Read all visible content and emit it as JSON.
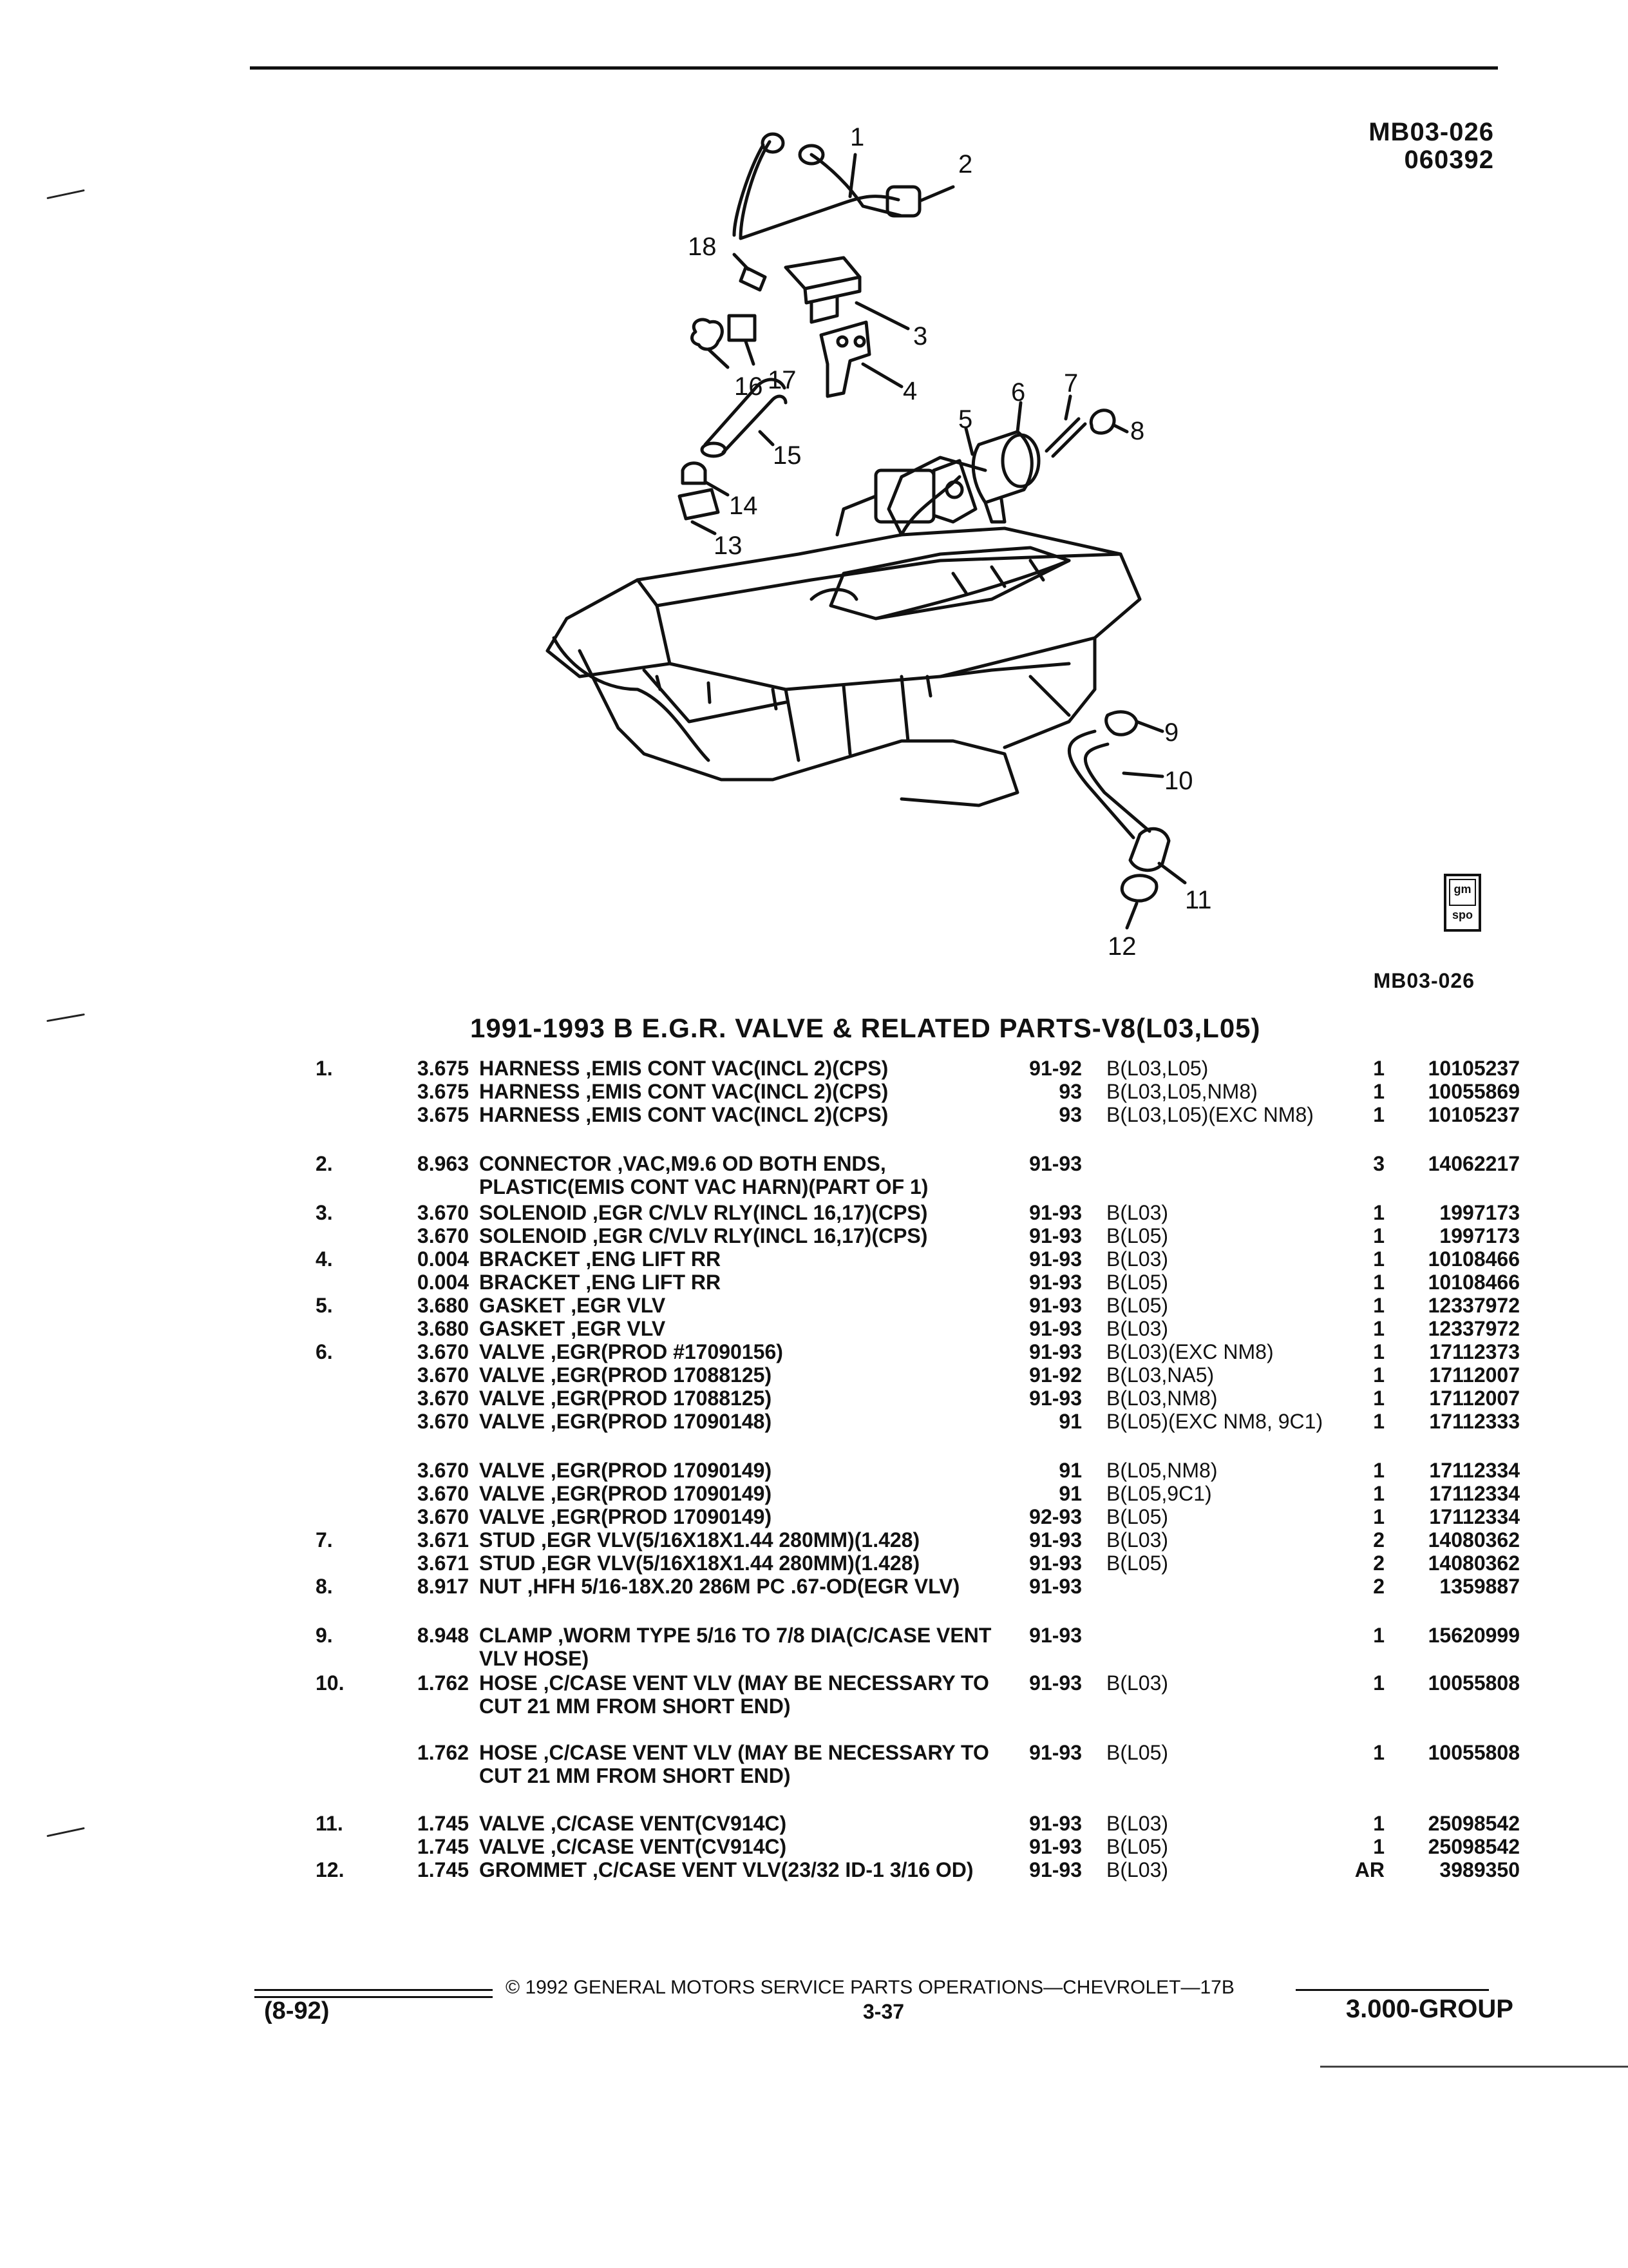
{
  "header": {
    "diagram_code": "MB03-026",
    "date_code": "060392",
    "figure_ref": "MB03-026",
    "title": "1991-1993 B E.G.R. VALVE & RELATED PARTS-V8(L03,L05)"
  },
  "callouts": [
    "1",
    "2",
    "3",
    "4",
    "5",
    "6",
    "7",
    "8",
    "9",
    "10",
    "11",
    "12",
    "13",
    "14",
    "15",
    "16",
    "17",
    "18"
  ],
  "logo": {
    "line1": "gm",
    "line2": "spo"
  },
  "rows": [
    {
      "ref": "1.",
      "grp": "3.675",
      "name": "HARNESS",
      "desc": ",EMIS CONT VAC(INCL 2)(CPS)",
      "year": "91-92",
      "app": "B(L03,L05)",
      "qty": "1",
      "part": "10105237"
    },
    {
      "ref": "",
      "grp": "3.675",
      "name": "HARNESS",
      "desc": ",EMIS CONT VAC(INCL 2)(CPS)",
      "year": "93",
      "app": "B(L03,L05,NM8)",
      "qty": "1",
      "part": "10055869"
    },
    {
      "ref": "",
      "grp": "3.675",
      "name": "HARNESS",
      "desc": ",EMIS CONT VAC(INCL 2)(CPS)",
      "year": "93",
      "app": "B(L03,L05)(EXC NM8)",
      "qty": "1",
      "part": "10105237"
    },
    {
      "ref": "2.",
      "grp": "8.963",
      "name": "CONNECTOR",
      "desc": ",VAC,M9.6 OD BOTH ENDS, PLASTIC(EMIS CONT VAC HARN)(PART OF 1)",
      "year": "91-93",
      "app": "",
      "qty": "3",
      "part": "14062217"
    },
    {
      "ref": "3.",
      "grp": "3.670",
      "name": "SOLENOID",
      "desc": ",EGR C/VLV RLY(INCL 16,17)(CPS)",
      "year": "91-93",
      "app": "B(L03)",
      "qty": "1",
      "part": "1997173"
    },
    {
      "ref": "",
      "grp": "3.670",
      "name": "SOLENOID",
      "desc": ",EGR C/VLV RLY(INCL 16,17)(CPS)",
      "year": "91-93",
      "app": "B(L05)",
      "qty": "1",
      "part": "1997173"
    },
    {
      "ref": "4.",
      "grp": "0.004",
      "name": "BRACKET",
      "desc": ",ENG LIFT RR",
      "year": "91-93",
      "app": "B(L03)",
      "qty": "1",
      "part": "10108466"
    },
    {
      "ref": "",
      "grp": "0.004",
      "name": "BRACKET",
      "desc": ",ENG LIFT RR",
      "year": "91-93",
      "app": "B(L05)",
      "qty": "1",
      "part": "10108466"
    },
    {
      "ref": "5.",
      "grp": "3.680",
      "name": "GASKET",
      "desc": ",EGR VLV",
      "year": "91-93",
      "app": "B(L05)",
      "qty": "1",
      "part": "12337972"
    },
    {
      "ref": "",
      "grp": "3.680",
      "name": "GASKET",
      "desc": ",EGR VLV",
      "year": "91-93",
      "app": "B(L03)",
      "qty": "1",
      "part": "12337972"
    },
    {
      "ref": "6.",
      "grp": "3.670",
      "name": "VALVE",
      "desc": ",EGR(PROD #17090156)",
      "year": "91-93",
      "app": "B(L03)(EXC NM8)",
      "qty": "1",
      "part": "17112373"
    },
    {
      "ref": "",
      "grp": "3.670",
      "name": "VALVE",
      "desc": ",EGR(PROD 17088125)",
      "year": "91-92",
      "app": "B(L03,NA5)",
      "qty": "1",
      "part": "17112007"
    },
    {
      "ref": "",
      "grp": "3.670",
      "name": "VALVE",
      "desc": ",EGR(PROD 17088125)",
      "year": "91-93",
      "app": "B(L03,NM8)",
      "qty": "1",
      "part": "17112007"
    },
    {
      "ref": "",
      "grp": "3.670",
      "name": "VALVE",
      "desc": ",EGR(PROD 17090148)",
      "year": "91",
      "app": "B(L05)(EXC NM8, 9C1)",
      "qty": "1",
      "part": "17112333"
    },
    {
      "ref": "",
      "grp": "3.670",
      "name": "VALVE",
      "desc": ",EGR(PROD 17090149)",
      "year": "91",
      "app": "B(L05,NM8)",
      "qty": "1",
      "part": "17112334"
    },
    {
      "ref": "",
      "grp": "3.670",
      "name": "VALVE",
      "desc": ",EGR(PROD 17090149)",
      "year": "91",
      "app": "B(L05,9C1)",
      "qty": "1",
      "part": "17112334"
    },
    {
      "ref": "",
      "grp": "3.670",
      "name": "VALVE",
      "desc": ",EGR(PROD 17090149)",
      "year": "92-93",
      "app": "B(L05)",
      "qty": "1",
      "part": "17112334"
    },
    {
      "ref": "7.",
      "grp": "3.671",
      "name": "STUD",
      "desc": ",EGR VLV(5/16X18X1.44 280MM)(1.428)",
      "year": "91-93",
      "app": "B(L03)",
      "qty": "2",
      "part": "14080362"
    },
    {
      "ref": "",
      "grp": "3.671",
      "name": "STUD",
      "desc": ",EGR VLV(5/16X18X1.44 280MM)(1.428)",
      "year": "91-93",
      "app": "B(L05)",
      "qty": "2",
      "part": "14080362"
    },
    {
      "ref": "8.",
      "grp": "8.917",
      "name": "NUT",
      "desc": ",HFH 5/16-18X.20 286M PC .67-OD(EGR VLV)",
      "year": "91-93",
      "app": "",
      "qty": "2",
      "part": "1359887"
    },
    {
      "ref": "9.",
      "grp": "8.948",
      "name": "CLAMP",
      "desc": ",WORM TYPE 5/16 TO 7/8 DIA(C/CASE VENT VLV HOSE)",
      "year": "91-93",
      "app": "",
      "qty": "1",
      "part": "15620999"
    },
    {
      "ref": "10.",
      "grp": "1.762",
      "name": "HOSE",
      "desc": ",C/CASE VENT VLV (MAY BE NECESSARY TO CUT 21 MM FROM SHORT END)",
      "year": "91-93",
      "app": "B(L03)",
      "qty": "1",
      "part": "10055808"
    },
    {
      "ref": "",
      "grp": "1.762",
      "name": "HOSE",
      "desc": ",C/CASE VENT VLV (MAY BE NECESSARY TO CUT 21 MM FROM SHORT END)",
      "year": "91-93",
      "app": "B(L05)",
      "qty": "1",
      "part": "10055808"
    },
    {
      "ref": "11.",
      "grp": "1.745",
      "name": "VALVE",
      "desc": ",C/CASE VENT(CV914C)",
      "year": "91-93",
      "app": "B(L03)",
      "qty": "1",
      "part": "25098542"
    },
    {
      "ref": "",
      "grp": "1.745",
      "name": "VALVE",
      "desc": ",C/CASE VENT(CV914C)",
      "year": "91-93",
      "app": "B(L05)",
      "qty": "1",
      "part": "25098542"
    },
    {
      "ref": "12.",
      "grp": "1.745",
      "name": "GROMMET",
      "desc": ",C/CASE VENT VLV(23/32 ID-1 3/16 OD)",
      "year": "91-93",
      "app": "B(L03)",
      "qty": "AR",
      "part": "3989350"
    }
  ],
  "footer": {
    "copyright": "© 1992 GENERAL MOTORS SERVICE PARTS OPERATIONS—CHEVROLET—17B",
    "revision": "(8-92)",
    "page": "3-37",
    "group": "3.000-GROUP"
  }
}
